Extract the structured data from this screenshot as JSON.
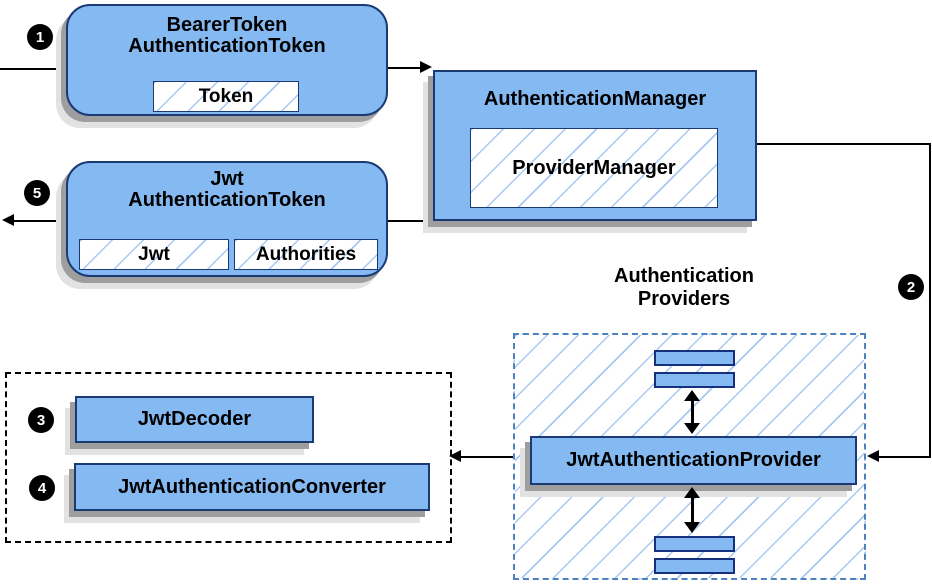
{
  "bearer_token_box": {
    "title_line1": "BearerToken",
    "title_line2": "AuthenticationToken",
    "token_chip": "Token"
  },
  "jwt_authentication_token_box": {
    "title_line1": "Jwt",
    "title_line2": "AuthenticationToken",
    "jwt_chip": "Jwt",
    "authorities_chip": "Authorities"
  },
  "authentication_manager_box": {
    "title": "AuthenticationManager",
    "provider_manager_chip": "ProviderManager"
  },
  "providers_group": {
    "label_line1": "Authentication",
    "label_line2": "Providers",
    "jwt_authentication_provider": "JwtAuthenticationProvider"
  },
  "converters_group": {
    "jwt_decoder": "JwtDecoder",
    "jwt_authentication_converter": "JwtAuthenticationConverter"
  },
  "step_badges": {
    "step1": "1",
    "step2": "2",
    "step3": "3",
    "step4": "4",
    "step5": "5"
  },
  "colors": {
    "box_fill": "#85b9f2",
    "box_border": "#1a3a73",
    "hatch_line": "#a8c9f2",
    "providers_dash_border": "#4e81c0",
    "converters_dash_border": "#000000",
    "arrow": "#000000",
    "badge_background": "#000000",
    "badge_text": "#ffffff",
    "shadow_dark": "#9e9e9e",
    "shadow_light": "#e2e2e2"
  }
}
